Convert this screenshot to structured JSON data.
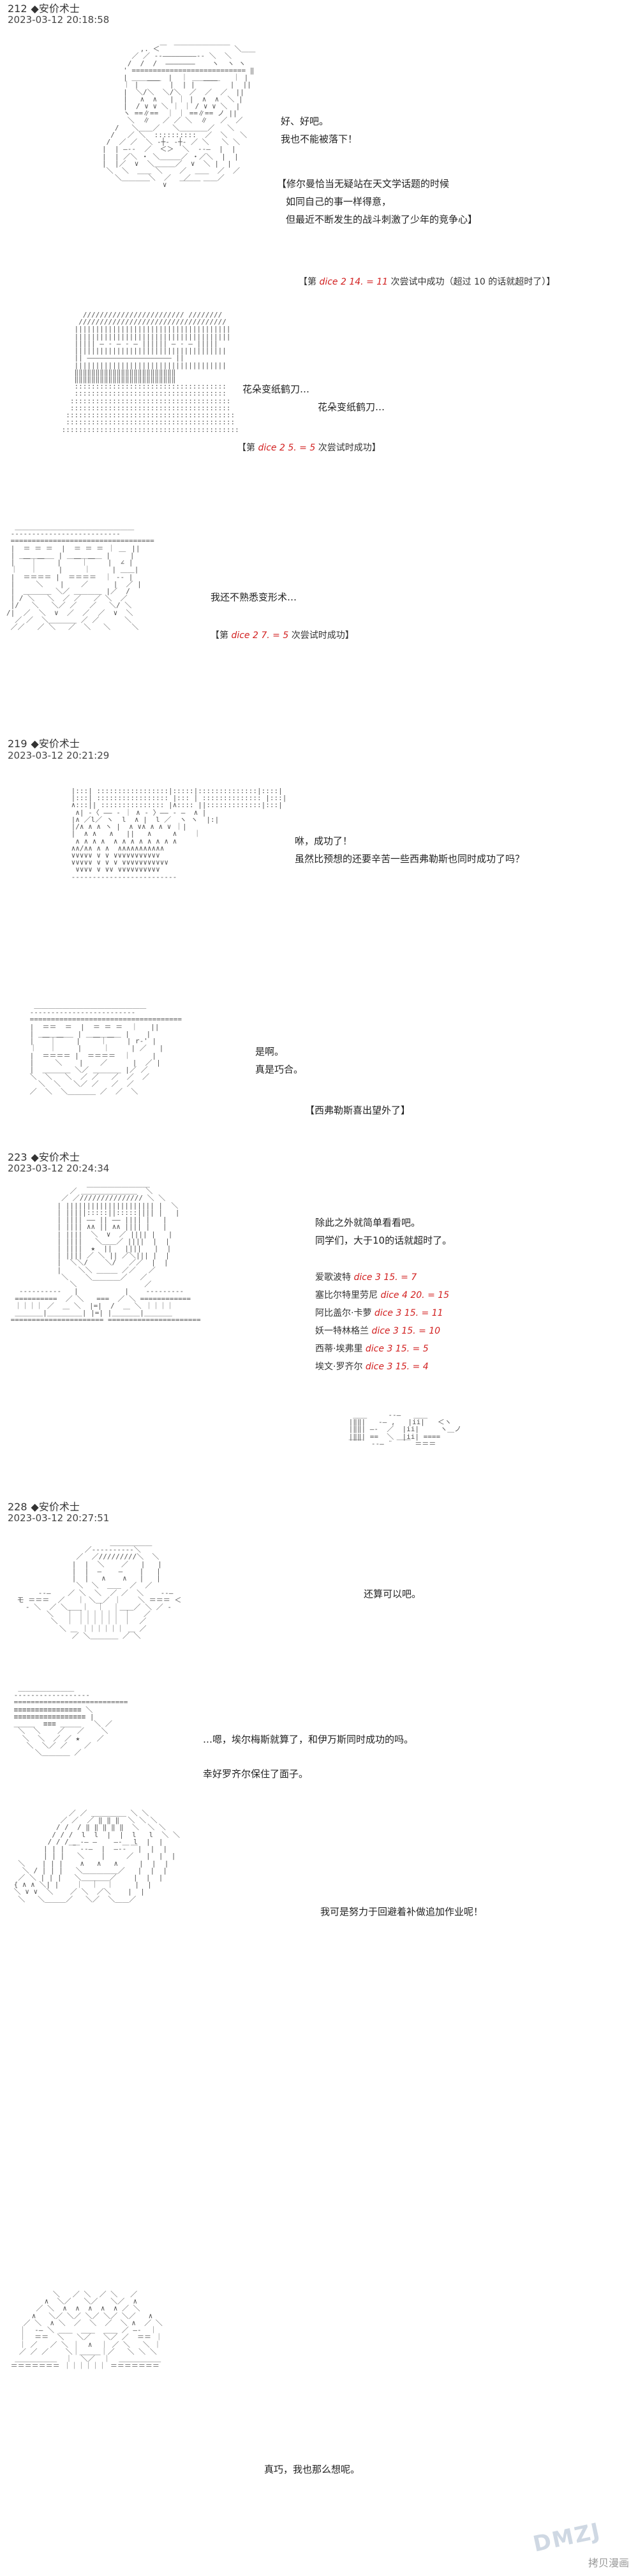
{
  "posts": [
    {
      "num": "212",
      "author": "◆安价术士",
      "timestamp": "2023-03-12 20:18:58"
    },
    {
      "num": "219",
      "author": "◆安价术士",
      "timestamp": "2023-03-12 20:21:29"
    },
    {
      "num": "223",
      "author": "◆安价术士",
      "timestamp": "2023-03-12 20:24:34"
    },
    {
      "num": "228",
      "author": "◆安价术士",
      "timestamp": "2023-03-12 20:27:51"
    }
  ],
  "p1": {
    "lines": [
      "好、好吧。",
      "我也不能被落下！"
    ],
    "narration": [
      "【修尔曼恰当无疑站在天文学话题的时候",
      "如同自己的事一样得意，",
      "但最近不断发生的战斗刺激了少年的竞争心】"
    ],
    "dice": {
      "pre": "【第 ",
      "red": "dice 2 14. = 11",
      "post": " 次尝试中成功（超过 10 的话就超时了）】"
    }
  },
  "p2": {
    "lines": [
      "花朵变纸鹤刀…",
      "花朵变纸鹤刀…"
    ],
    "dice": {
      "pre": "【第 ",
      "red": "dice 2 5. = 5",
      "post": " 次尝试时成功】"
    }
  },
  "p3": {
    "lines": [
      "我还不熟悉变形术…"
    ],
    "dice": {
      "pre": "【第 ",
      "red": "dice 2 7. = 5",
      "post": " 次尝试时成功】"
    }
  },
  "p4": {
    "lines": [
      "咻，成功了！",
      "虽然比预想的还要辛苦一些西弗勒斯也同时成功了吗？"
    ]
  },
  "p5": {
    "lines": [
      "是啊。",
      "真是巧合。"
    ],
    "note": "【西弗勒斯喜出望外了】"
  },
  "p6": {
    "lines": [
      "除此之外就简单看看吧。",
      "同学们，大于10的话就超时了。"
    ],
    "rolls": [
      {
        "name": "爱歌波特",
        "red": "dice 3 15. = 7"
      },
      {
        "name": "塞比尔特里劳尼",
        "red": "dice 4 20. = 15"
      },
      {
        "name": "阿比盖尔·卡萝",
        "red": "dice 3 15. = 11"
      },
      {
        "name": "妖一特林格兰",
        "red": "dice 3 15. = 10"
      },
      {
        "name": "西蒂·埃弗里",
        "red": "dice 3 15. = 5"
      },
      {
        "name": "埃文·罗齐尔",
        "red": "dice 3 15. = 4"
      }
    ]
  },
  "p7": {
    "lines": [
      "还算可以吧。"
    ]
  },
  "p8": {
    "lines": [
      "…嗯，埃尔梅斯就算了，和伊万斯同时成功的吗。",
      "幸好罗齐尔保住了面子。"
    ]
  },
  "p9": {
    "lines": [
      "我可是努力于回避着补做追加作业呢！"
    ]
  },
  "p10": {
    "lines": [
      "真巧，我也那么想呢。"
    ]
  },
  "watermark": "拷贝漫画",
  "logo": "DMZJ"
}
